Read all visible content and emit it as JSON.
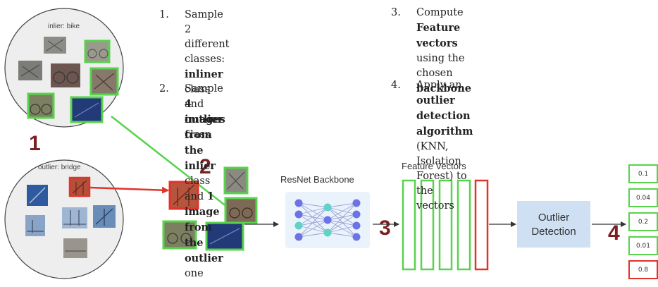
{
  "circle_top": {
    "label": "inlier: bike"
  },
  "circle_bottom": {
    "label": "outlier: bridge"
  },
  "step_numbers": {
    "one": "1",
    "two": "2",
    "three": "3",
    "four": "4"
  },
  "labels": {
    "backbone": "ResNet Backbone",
    "feature_vectors": "Feature Vectors",
    "outlier_detection_line1": "Outlier",
    "outlier_detection_line2": "Detection"
  },
  "steps": [
    {
      "num": "1.",
      "lines": [
        [
          "Sample 2 different classes:"
        ],
        [
          {
            "b": "inliner"
          },
          " class and ",
          {
            "b": "outlier"
          }
        ],
        [
          "class"
        ]
      ]
    },
    {
      "num": "2.",
      "lines": [
        [
          "Sample ",
          {
            "b": "4 images from the"
          }
        ],
        [
          {
            "b": "inlier"
          },
          " class and ",
          {
            "b": "1 image"
          }
        ],
        [
          {
            "b": "from the outlier"
          },
          " one"
        ]
      ]
    },
    {
      "num": "3.",
      "lines": [
        [
          "Compute ",
          {
            "b": "Feature vectors"
          },
          " using the"
        ],
        [
          "chosen ",
          {
            "b": "backbone"
          }
        ]
      ]
    },
    {
      "num": "4.",
      "lines": [
        [
          "Apply an ",
          {
            "b": "outlier detection algorithm"
          }
        ],
        [
          "(KNN, Isolation Forest) to the vectors"
        ]
      ]
    }
  ],
  "scores": [
    "0.1",
    "0.04",
    "0.2",
    "0.01",
    "0.8"
  ],
  "colors": {
    "inlier": "#58d34c",
    "outlier": "#e0342a",
    "step_number": "#7a1f22",
    "detection_box": "#cfe0f2",
    "network_bg": "#eaf3fb",
    "node_blue": "#6b73e6",
    "node_teal": "#5fd3c8"
  }
}
